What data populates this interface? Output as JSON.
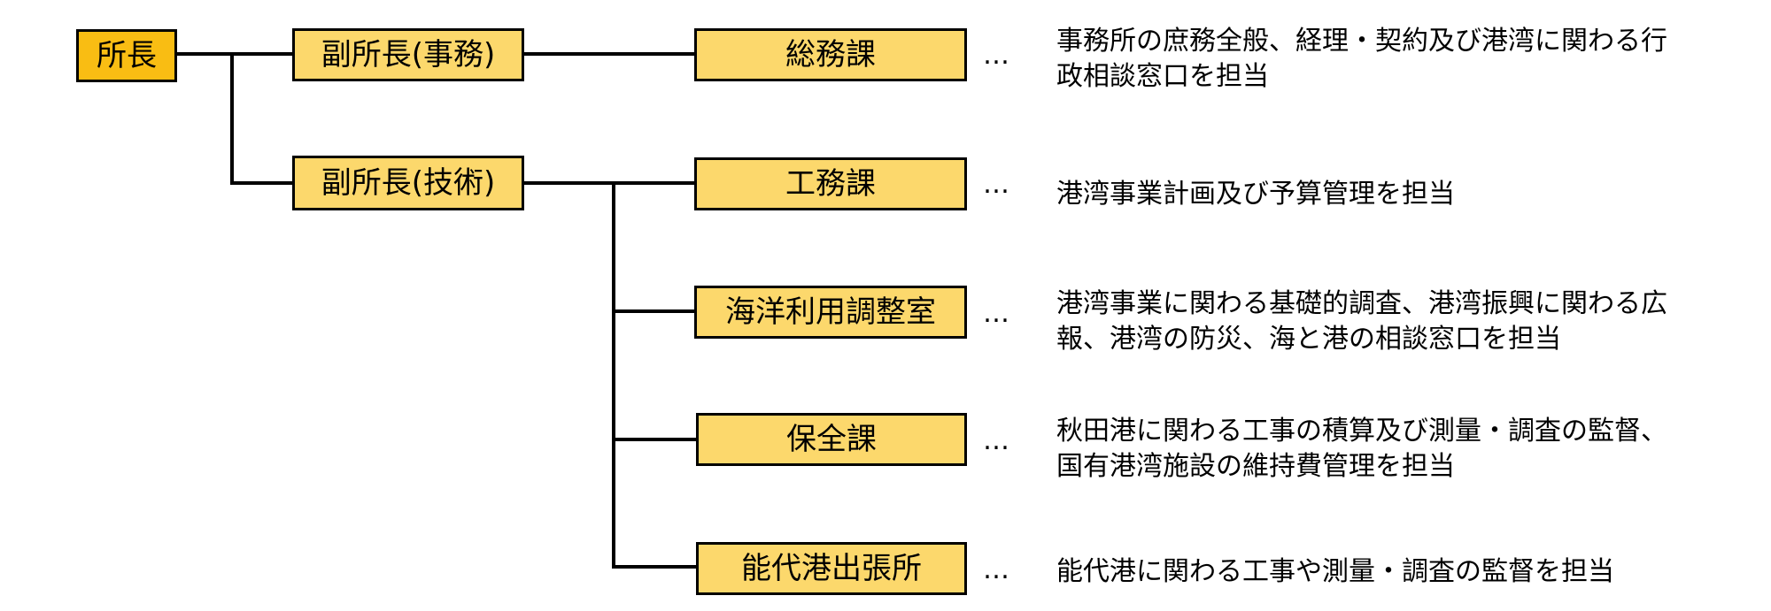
{
  "colors": {
    "head_box": "#f9bd13",
    "unit_box": "#fcd86c",
    "connector": "#000000"
  },
  "nodes": {
    "director": "所長",
    "deputy_admin": "副所長(事務)",
    "deputy_tech": "副所長(技術)"
  },
  "divisions": [
    {
      "name": "総務課",
      "leader": "…",
      "desc_lines": [
        "事務所の庶務全般、経理・契約及び港湾に関わる行",
        "政相談窓口を担当"
      ]
    },
    {
      "name": "工務課",
      "leader": "…",
      "desc_lines": [
        "港湾事業計画及び予算管理を担当"
      ]
    },
    {
      "name": "海洋利用調整室",
      "leader": "…",
      "desc_lines": [
        "港湾事業に関わる基礎的調査、港湾振興に関わる広",
        "報、港湾の防災、海と港の相談窓口を担当"
      ]
    },
    {
      "name": "保全課",
      "leader": "…",
      "desc_lines": [
        "秋田港に関わる工事の積算及び測量・調査の監督、",
        "国有港湾施設の維持費管理を担当"
      ]
    },
    {
      "name": "能代港出張所",
      "leader": "…",
      "desc_lines": [
        "能代港に関わる工事や測量・調査の監督を担当"
      ]
    }
  ]
}
